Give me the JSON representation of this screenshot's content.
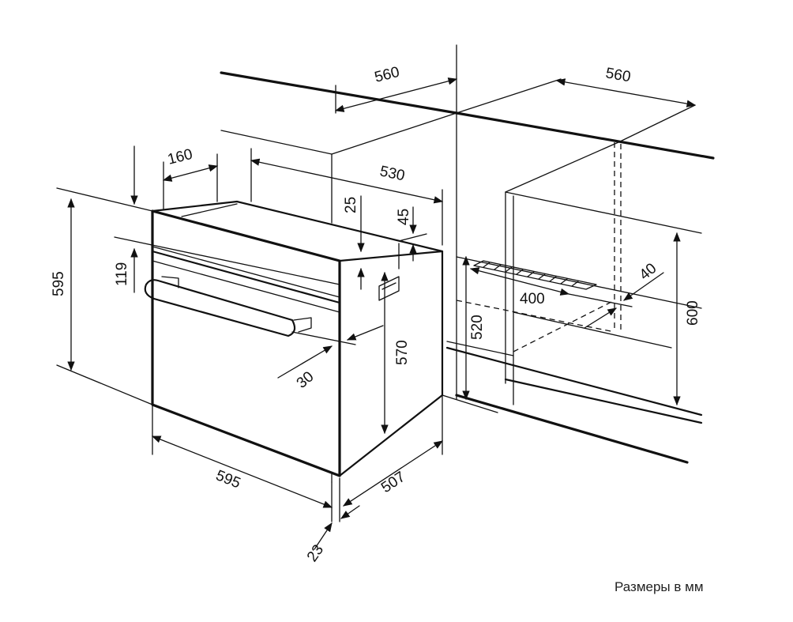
{
  "dimensions": {
    "cabinet_width_front": "560",
    "cabinet_width_side": "560",
    "oven_depth_top": "530",
    "panel_offset": "160",
    "top_gap": "25",
    "side_gap": "45",
    "panel_height": "119",
    "total_height_left": "595",
    "inner_height": "570",
    "cutout_height": "520",
    "niche_height": "600",
    "vent_width": "400",
    "vent_depth": "40",
    "handle_depth": "30",
    "front_width": "595",
    "body_depth": "507",
    "front_thickness": "23"
  },
  "caption": "Размеры в мм"
}
